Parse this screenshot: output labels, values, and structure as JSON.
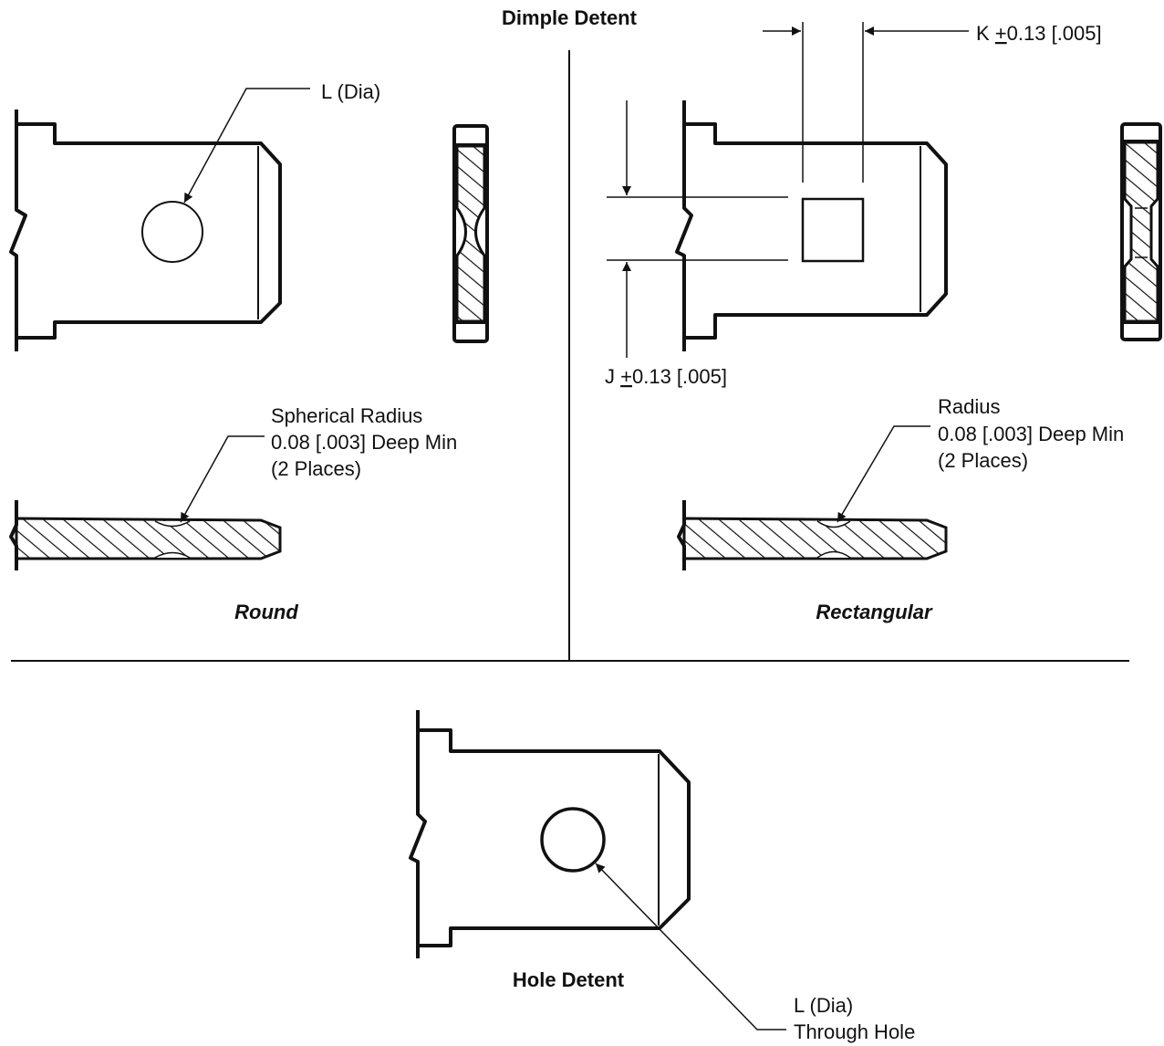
{
  "titles": {
    "dimple_detent": "Dimple Detent",
    "hole_detent": "Hole Detent"
  },
  "captions": {
    "round": "Round",
    "rectangular": "Rectangular"
  },
  "callouts": {
    "l_dia": "L (Dia)",
    "k_dim_prefix": "K ",
    "k_dim_tol": "+",
    "k_dim_value": "0.13 [.005]",
    "j_dim_prefix": "J ",
    "j_dim_tol": "+",
    "j_dim_value": "0.13 [.005]",
    "spherical_radius": {
      "line1": "Spherical Radius",
      "line2": "0.08 [.003] Deep Min",
      "line3": "(2 Places)"
    },
    "radius": {
      "line1": "Radius",
      "line2": "0.08 [.003] Deep Min",
      "line3": "(2 Places)"
    },
    "through_hole": {
      "line1": "L (Dia)",
      "line2": "Through Hole"
    }
  }
}
